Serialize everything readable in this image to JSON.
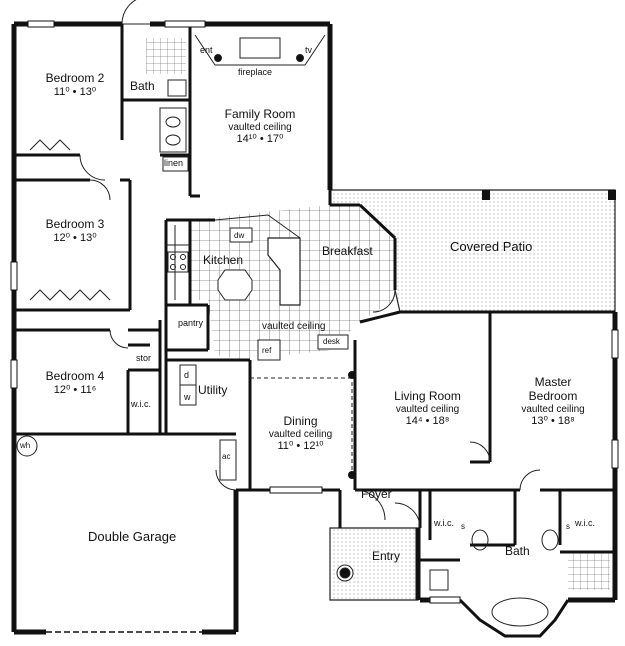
{
  "rooms": {
    "bedroom2": {
      "name": "Bedroom 2",
      "dims": "11⁰ • 13⁰"
    },
    "bedroom3": {
      "name": "Bedroom 3",
      "dims": "12⁰ • 13⁰"
    },
    "bedroom4": {
      "name": "Bedroom 4",
      "dims": "12⁰ • 11⁶"
    },
    "family": {
      "name": "Family Room",
      "note": "vaulted ceiling",
      "dims": "14¹⁰ • 17⁰"
    },
    "kitchen": {
      "name": "Kitchen",
      "note": "vaulted ceiling"
    },
    "breakfast": {
      "name": "Breakfast"
    },
    "patio": {
      "name": "Covered Patio"
    },
    "living": {
      "name": "Living Room",
      "note": "vaulted ceiling",
      "dims": "14⁴ • 18⁸"
    },
    "master": {
      "name": "Master Bedroom",
      "note": "vaulted ceiling",
      "dims": "13⁰ • 18⁸"
    },
    "dining": {
      "name": "Dining",
      "note": "vaulted ceiling",
      "dims": "11⁰ • 12¹⁰"
    },
    "utility": {
      "name": "Utility"
    },
    "garage": {
      "name": "Double Garage"
    },
    "foyer": {
      "name": "Foyer"
    },
    "entry": {
      "name": "Entry"
    },
    "bath1": {
      "name": "Bath"
    },
    "bath2": {
      "name": "Bath"
    }
  },
  "fixtures": {
    "ent": "ent",
    "tv": "tv",
    "fireplace": "fireplace",
    "linen": "linen",
    "dw": "dw",
    "pantry": "pantry",
    "ref": "ref",
    "desk": "desk",
    "stor": "stor",
    "wic": "w.i.c.",
    "d": "d",
    "w": "w",
    "ac": "ac",
    "wh": "wh",
    "s": "s"
  }
}
